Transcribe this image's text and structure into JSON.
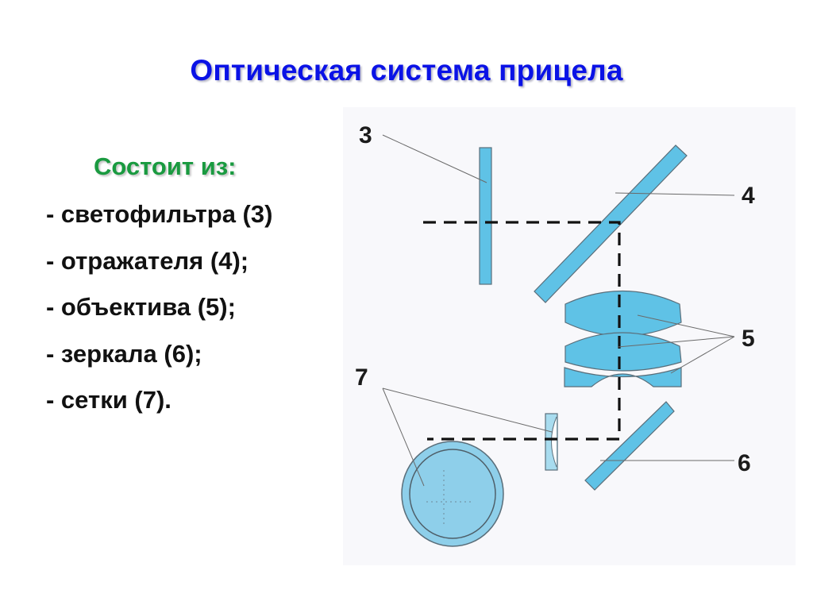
{
  "slide": {
    "title": "Оптическая система прицела",
    "subtitle": "Состоит из:",
    "components": [
      {
        "text": "- светофильтра (3)",
        "number": 3
      },
      {
        "text": "- отражателя (4);",
        "number": 4
      },
      {
        "text": "- объектива (5);",
        "number": 5
      },
      {
        "text": "- зеркала (6);",
        "number": 6
      },
      {
        "text": "- сетки (7).",
        "number": 7
      }
    ]
  },
  "diagram": {
    "labels": {
      "filter": "3",
      "reflector": "4",
      "objective": "5",
      "mirror": "6",
      "reticle": "7"
    },
    "colors": {
      "element_fill": "#5fc2e6",
      "element_stroke": "#5a6e7a",
      "optical_axis": "#111111",
      "leader_line": "#6a6a6a",
      "panel_background": "#f8f8fb"
    }
  },
  "colors": {
    "title": "#0a12e6",
    "subtitle": "#1a9a40",
    "list_text": "#111111"
  }
}
